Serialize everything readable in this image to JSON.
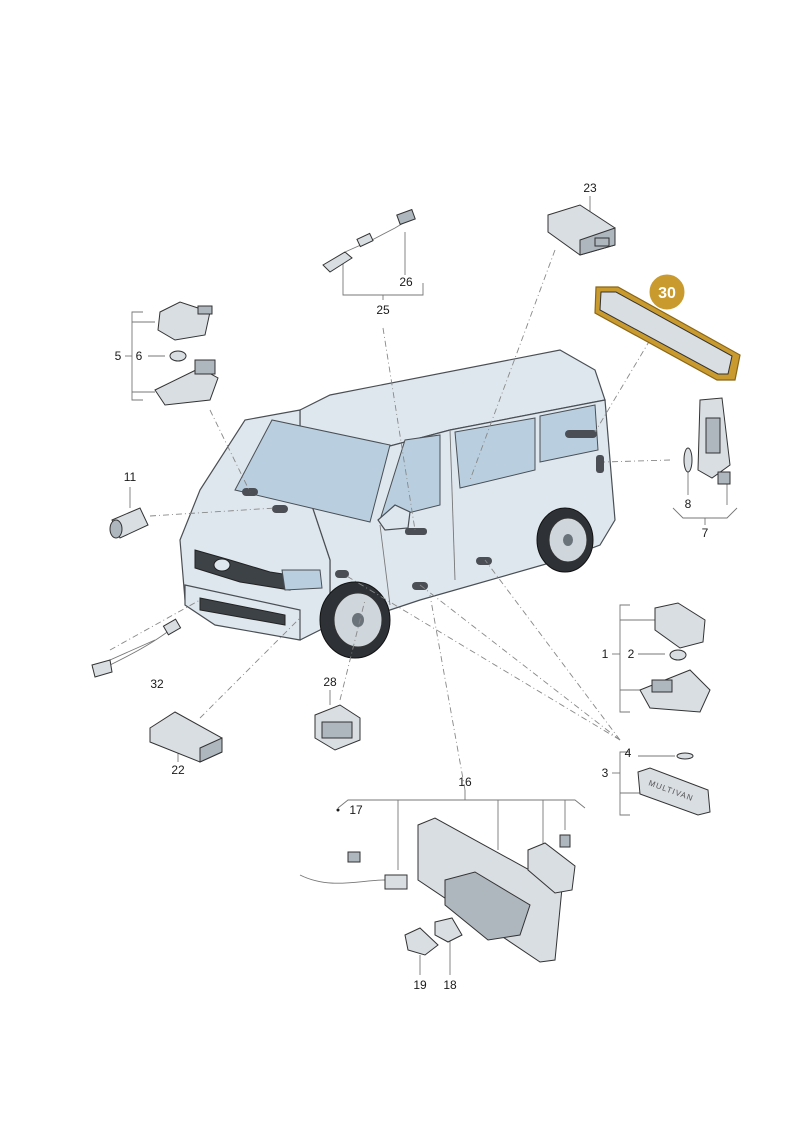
{
  "callouts": {
    "c1": "1",
    "c2": "2",
    "c3": "3",
    "c4": "4",
    "c5": "5",
    "c6": "6",
    "c7": "7",
    "c8": "8",
    "c11": "11",
    "c16": "16",
    "c17": "17",
    "c18": "18",
    "c19": "19",
    "c22": "22",
    "c23": "23",
    "c25": "25",
    "c26": "26",
    "c28": "28",
    "c32": "32"
  },
  "highlight": {
    "label": "30",
    "color": "#c99a2e"
  },
  "emblem_text": "MULTIVAN"
}
